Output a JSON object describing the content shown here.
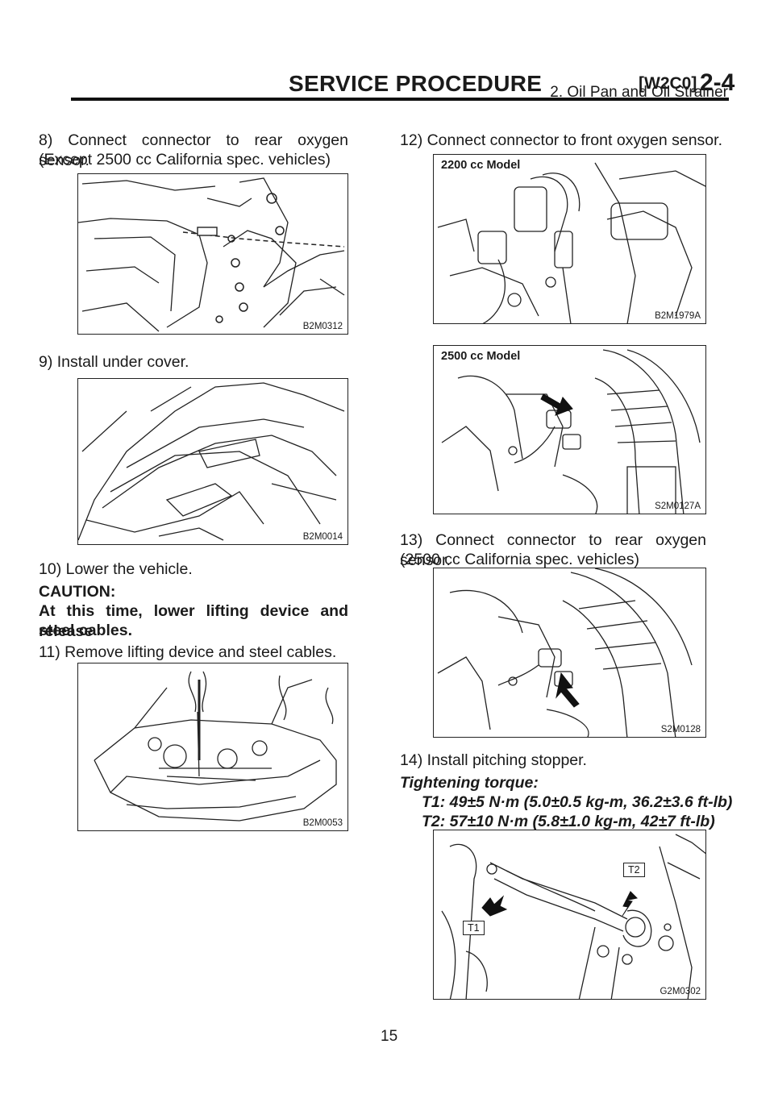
{
  "header": {
    "title": "SERVICE PROCEDURE",
    "code": "[W2C0]",
    "section": "2-4",
    "subtitle": "2. Oil Pan and Oil Strainer"
  },
  "left": {
    "step8_line1": "8) Connect connector to rear oxygen sensor.",
    "step8_line2": "(Except 2500 cc California spec. vehicles)",
    "fig1_id": "B2M0312",
    "step9": "9) Install under cover.",
    "fig2_id": "B2M0014",
    "step10": "10) Lower the vehicle.",
    "caution_title": "CAUTION:",
    "caution_line1": "At this time, lower lifting device and release",
    "caution_line2": "steel cables.",
    "step11": "11) Remove lifting device and steel cables.",
    "fig3_id": "B2M0053"
  },
  "right": {
    "step12": "12) Connect connector to front oxygen sensor.",
    "fig4_label": "2200 cc Model",
    "fig4_id": "B2M1979A",
    "fig5_label": "2500 cc Model",
    "fig5_id": "S2M0127A",
    "step13_line1": "13) Connect connector to rear oxygen sensor.",
    "step13_line2": "(2500 cc California spec. vehicles)",
    "fig6_id": "S2M0128",
    "step14": "14) Install pitching stopper.",
    "torque_title": "Tightening torque:",
    "torque_t1": "T1: 49±5 N·m (5.0±0.5 kg-m, 36.2±3.6 ft-lb)",
    "torque_t2": "T2: 57±10 N·m (5.8±1.0 kg-m, 42±7 ft-lb)",
    "fig7_id": "G2M0302",
    "fig7_t1": "T1",
    "fig7_t2": "T2"
  },
  "page_number": "15"
}
